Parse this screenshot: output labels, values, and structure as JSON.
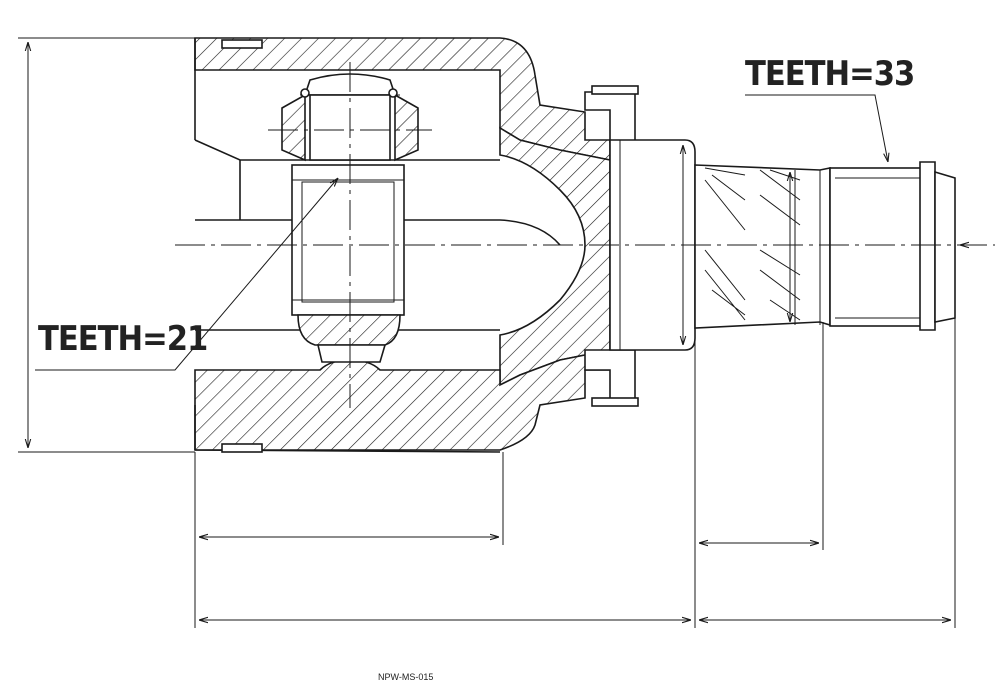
{
  "labels": {
    "teeth_inner": "TEETH=21",
    "teeth_outer": "TEETH=33",
    "part_number": "NPW-MS-015"
  },
  "colors": {
    "line": "#1a1a1a",
    "background": "#ffffff"
  }
}
